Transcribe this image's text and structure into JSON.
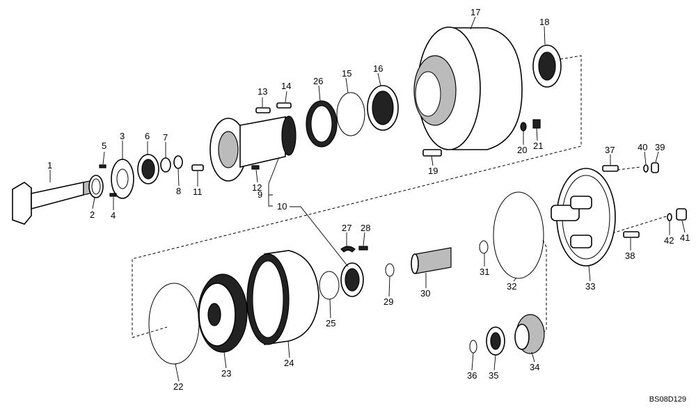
{
  "drawing_code": "BS08D129",
  "labels": {
    "l1": "1",
    "l2": "2",
    "l3": "3",
    "l4": "4",
    "l5": "5",
    "l6": "6",
    "l7": "7",
    "l8": "8",
    "l9": "9",
    "l10": "10",
    "l11": "11",
    "l12": "12",
    "l13": "13",
    "l14": "14",
    "l15": "15",
    "l16": "16",
    "l17": "17",
    "l18": "18",
    "l19": "19",
    "l20": "20",
    "l21": "21",
    "l22": "22",
    "l23": "23",
    "l24": "24",
    "l25": "25",
    "l26": "26",
    "l27": "27",
    "l28": "28",
    "l29": "29",
    "l30": "30",
    "l31": "31",
    "l32": "32",
    "l33": "33",
    "l34": "34",
    "l35": "35",
    "l36": "36",
    "l37": "37",
    "l38": "38",
    "l39": "39",
    "l40": "40",
    "l41": "41",
    "l42": "42"
  }
}
